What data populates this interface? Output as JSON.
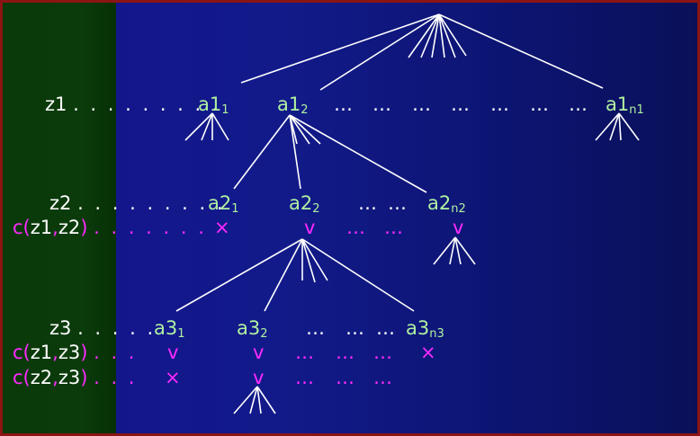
{
  "rows": {
    "z1": {
      "var": "z1",
      "leader": ". . . . . . . . .",
      "nodes": [
        {
          "base": "a1",
          "sub": "1"
        },
        {
          "base": "a1",
          "sub": "2"
        },
        {
          "text": "…"
        },
        {
          "text": "…"
        },
        {
          "text": "…"
        },
        {
          "text": "…"
        },
        {
          "text": "…"
        },
        {
          "text": "…"
        },
        {
          "text": "…"
        },
        {
          "base": "a1",
          "sub": "n1"
        }
      ]
    },
    "z2": {
      "var": "z2",
      "leader": ". . . . . . . . .",
      "nodes": [
        {
          "base": "a2",
          "sub": "1"
        },
        {
          "base": "a2",
          "sub": "2"
        },
        {
          "text": "…"
        },
        {
          "text": "…"
        },
        {
          "base": "a2",
          "sub": "n2"
        }
      ],
      "constraint": {
        "c": "c",
        "open": "(",
        "a": "z1",
        "comma": ",",
        "b": "z2",
        "close": ")",
        "leader": ". . . . . . .",
        "marks": [
          "×",
          "v",
          "…",
          "…",
          "v"
        ]
      }
    },
    "z3": {
      "var": "z3",
      "leader": ". . . . .",
      "nodes": [
        {
          "base": "a3",
          "sub": "1"
        },
        {
          "base": "a3",
          "sub": "2"
        },
        {
          "text": "…"
        },
        {
          "text": "…"
        },
        {
          "text": "…"
        },
        {
          "base": "a3",
          "sub": "n3"
        }
      ],
      "constraints": [
        {
          "c": "c",
          "open": "(",
          "a": "z1",
          "comma": ",",
          "b": "z3",
          "close": ")",
          "leader": ". . .",
          "marks": [
            "v",
            "v",
            "…",
            "…",
            "…",
            "×"
          ]
        },
        {
          "c": "c",
          "open": "(",
          "a": "z2",
          "comma": ",",
          "b": "z3",
          "close": ")",
          "leader": ". . .",
          "marks": [
            "×",
            "v",
            "…",
            "…",
            "…"
          ]
        }
      ]
    }
  },
  "colors": {
    "background": "#14148c",
    "sidebar": "#0a3a0a",
    "border": "#8b1414",
    "variable": "#ffffff",
    "value": "#b0f0a0",
    "constraint": "#ff2aff",
    "edge": "#ffffff"
  }
}
